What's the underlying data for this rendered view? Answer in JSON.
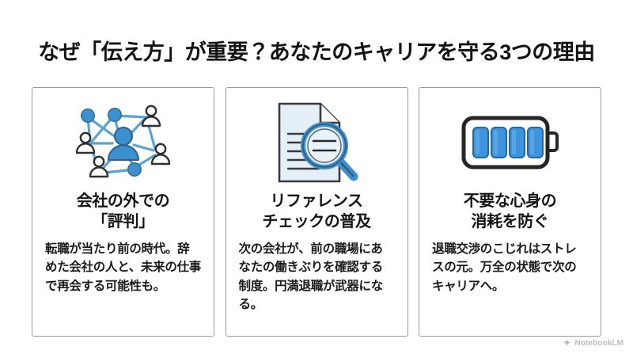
{
  "slide": {
    "title": "なぜ「伝え方」が重要？あなたのキャリアを守る3つの理由",
    "background_color": "#ffffff",
    "accent_color": "#3d8fcd",
    "text_color": "#141414",
    "card_border_color": "#9b9b9b"
  },
  "cards": [
    {
      "icon_name": "people-network-icon",
      "heading": "会社の外での\n「評判」",
      "body": "転職が当たり前の時代。辞めた会社の人と、未来の仕事で再会する可能性も。"
    },
    {
      "icon_name": "document-magnifier-icon",
      "heading": "リファレンス\nチェックの普及",
      "body": "次の会社が、前の職場にあなたの働きぶりを確認する制度。円満退職が武器になる。"
    },
    {
      "icon_name": "battery-full-icon",
      "heading": "不要な心身の\n消耗を防ぐ",
      "body": "退職交渉のこじれはストレスの元。万全の状態で次のキャリアへ。"
    }
  ],
  "watermark": {
    "label": "NotebookLM",
    "icon_name": "notebooklm-logo-icon"
  }
}
